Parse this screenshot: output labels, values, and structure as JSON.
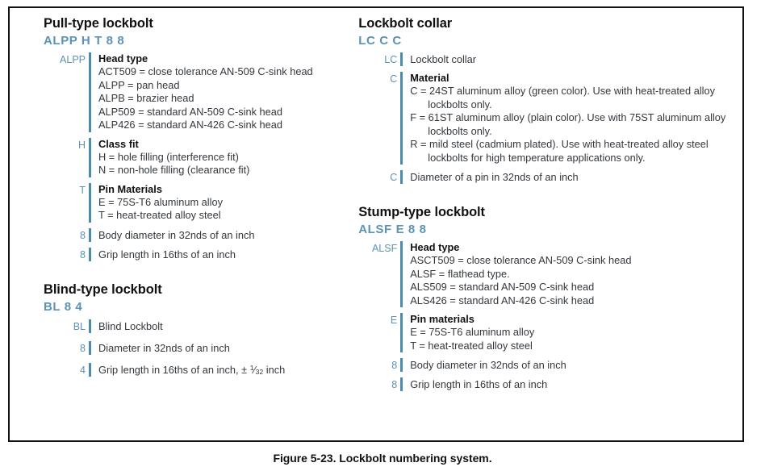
{
  "figure": {
    "caption": "Figure 5-23. Lockbolt numbering system.",
    "accent_code_color": "#5b93b4",
    "accent_bar_color": "#4d8ca8",
    "text_color": "#33383d",
    "heading_color": "#111111"
  },
  "left_column": {
    "sections": [
      {
        "title": "Pull-type lockbolt",
        "code": "ALPP H T 8 8",
        "entries": [
          {
            "key": "ALPP",
            "head": "Head type",
            "lines": [
              "ACT509 = close tolerance AN-509 C-sink head",
              "ALPP = pan head",
              "ALPB = brazier head",
              "ALP509 = standard AN-509 C-sink head",
              "ALP426 = standard AN-426 C-sink head"
            ]
          },
          {
            "key": "H",
            "head": "Class fit",
            "lines": [
              "H = hole filling (interference fit)",
              "N = non-hole filling (clearance fit)"
            ]
          },
          {
            "key": "T",
            "head": "Pin Materials",
            "lines": [
              "E = 75S-T6 aluminum alloy",
              "T = heat-treated alloy steel"
            ]
          },
          {
            "key": "8",
            "single": "Body diameter in 32nds of an inch"
          },
          {
            "key": "8",
            "single": "Grip length in 16ths of an inch"
          }
        ]
      },
      {
        "title": "Blind-type lockbolt",
        "code": "BL 8 4",
        "entries": [
          {
            "key": "BL",
            "single": "Blind Lockbolt"
          },
          {
            "key": "8",
            "single": "Diameter in 32nds of an inch"
          },
          {
            "key": "4",
            "single_prefix": "Grip length in 16ths of an inch, ± ",
            "fraction_numerator": "1",
            "fraction_denominator": "32",
            "single_suffix": " inch"
          }
        ]
      }
    ]
  },
  "right_column": {
    "sections": [
      {
        "title": "Lockbolt collar",
        "code": "LC C C",
        "entries": [
          {
            "key": "LC",
            "single": "Lockbolt collar"
          },
          {
            "key": "C",
            "head": "Material",
            "lines": [
              "C = 24ST aluminum alloy (green color). Use with heat-treated alloy",
              "lockbolts only.",
              "F = 61ST aluminum alloy (plain color). Use with 75ST aluminum alloy",
              "lockbolts only.",
              "R = mild steel (cadmium plated). Use with heat-treated alloy steel",
              "lockbolts for high temperature applications only."
            ],
            "continuation_lines": [
              1,
              3,
              5
            ]
          },
          {
            "key": "C",
            "single": "Diameter of a pin in 32nds of an inch"
          }
        ]
      },
      {
        "title": "Stump-type lockbolt",
        "code": "ALSF E 8 8",
        "entries": [
          {
            "key": "ALSF",
            "head": "Head type",
            "lines": [
              "ASCT509 = close tolerance AN-509 C-sink head",
              "ALSF = flathead type.",
              "ALS509 = standard AN-509 C-sink head",
              "ALS426 = standard AN-426 C-sink head"
            ]
          },
          {
            "key": "E",
            "head": "Pin materials",
            "lines": [
              "E = 75S-T6 aluminum alloy",
              "T = heat-treated alloy steel"
            ]
          },
          {
            "key": "8",
            "single": "Body diameter in 32nds of an inch"
          },
          {
            "key": "8",
            "single": "Grip length in 16ths of an inch"
          }
        ]
      }
    ]
  }
}
